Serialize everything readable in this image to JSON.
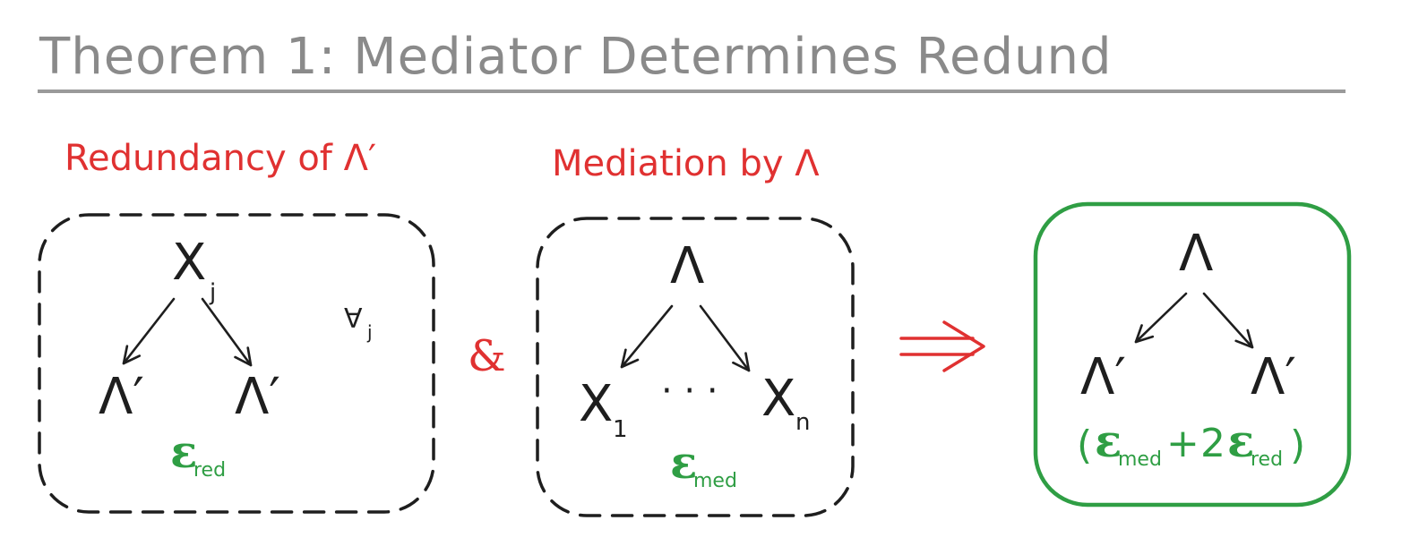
{
  "title": "Theorem 1: Mediator Determines Redund",
  "panel_left": {
    "label": "Redundancy of Λ′",
    "top_node": "X",
    "top_node_sub": "j",
    "bottom_left": "Λ′",
    "bottom_right": "Λ′",
    "quantifier": "∀",
    "quantifier_sub": "j",
    "error_symbol": "ε",
    "error_sub": "red"
  },
  "connector": "&",
  "panel_middle": {
    "label": "Mediation by Λ",
    "top_node": "Λ",
    "bottom_left": "X",
    "bottom_left_sub": "1",
    "ellipsis": "· · ·",
    "bottom_right": "X",
    "bottom_right_sub": "n",
    "error_symbol": "ε",
    "error_sub": "med"
  },
  "panel_right": {
    "top_node": "Λ",
    "bottom_left": "Λ′",
    "bottom_right": "Λ′",
    "open_paren": "(",
    "eps1": "ε",
    "eps1_sub": "med",
    "plus": "+",
    "coef": "2",
    "eps2": "ε",
    "eps2_sub": "red",
    "close_paren": ")"
  },
  "colors": {
    "title": "#8a8a8a",
    "label": "#e03131",
    "error": "#2f9e44",
    "ink": "#1e1e1e"
  }
}
